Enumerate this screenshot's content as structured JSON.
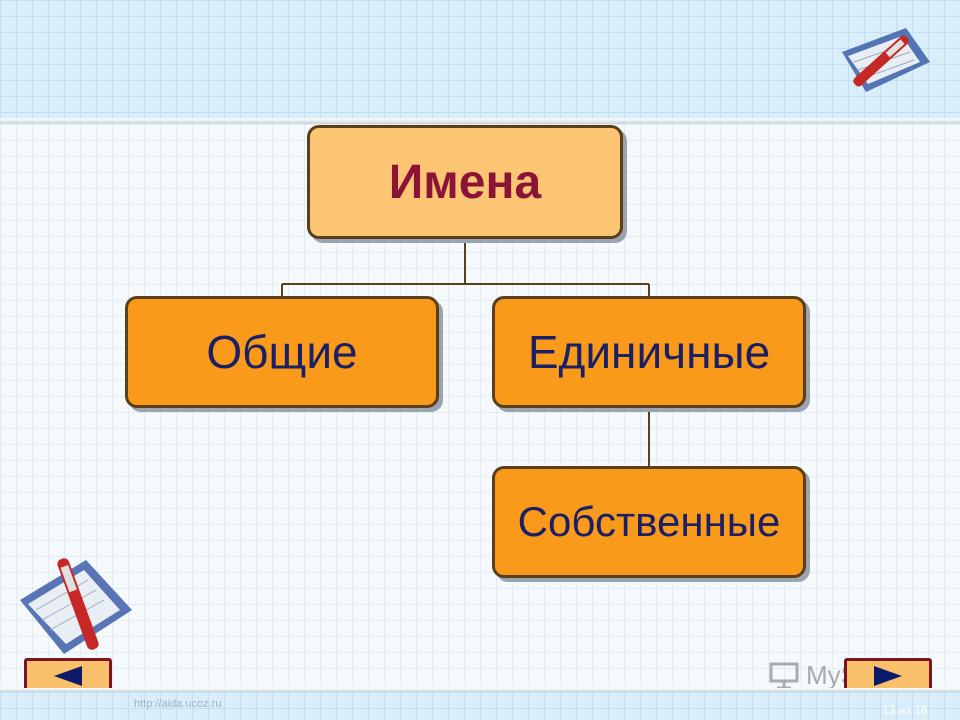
{
  "diagram": {
    "root": "Имена",
    "children": [
      "Общие",
      "Единичные"
    ],
    "grandchild": "Собственные"
  },
  "footer": {
    "url": "http://aida.ucoz.ru",
    "page_counter": "13 из 16",
    "watermark": "MyShared"
  },
  "icons": {
    "prev": "left-arrow-icon",
    "next": "right-arrow-icon",
    "decoration": "pen-icon"
  },
  "colors": {
    "root_fill": "#fcc574",
    "child_fill": "#f99a1a",
    "root_text": "#8b1436",
    "child_text": "#1a1f66",
    "border": "#5a3f1a"
  }
}
